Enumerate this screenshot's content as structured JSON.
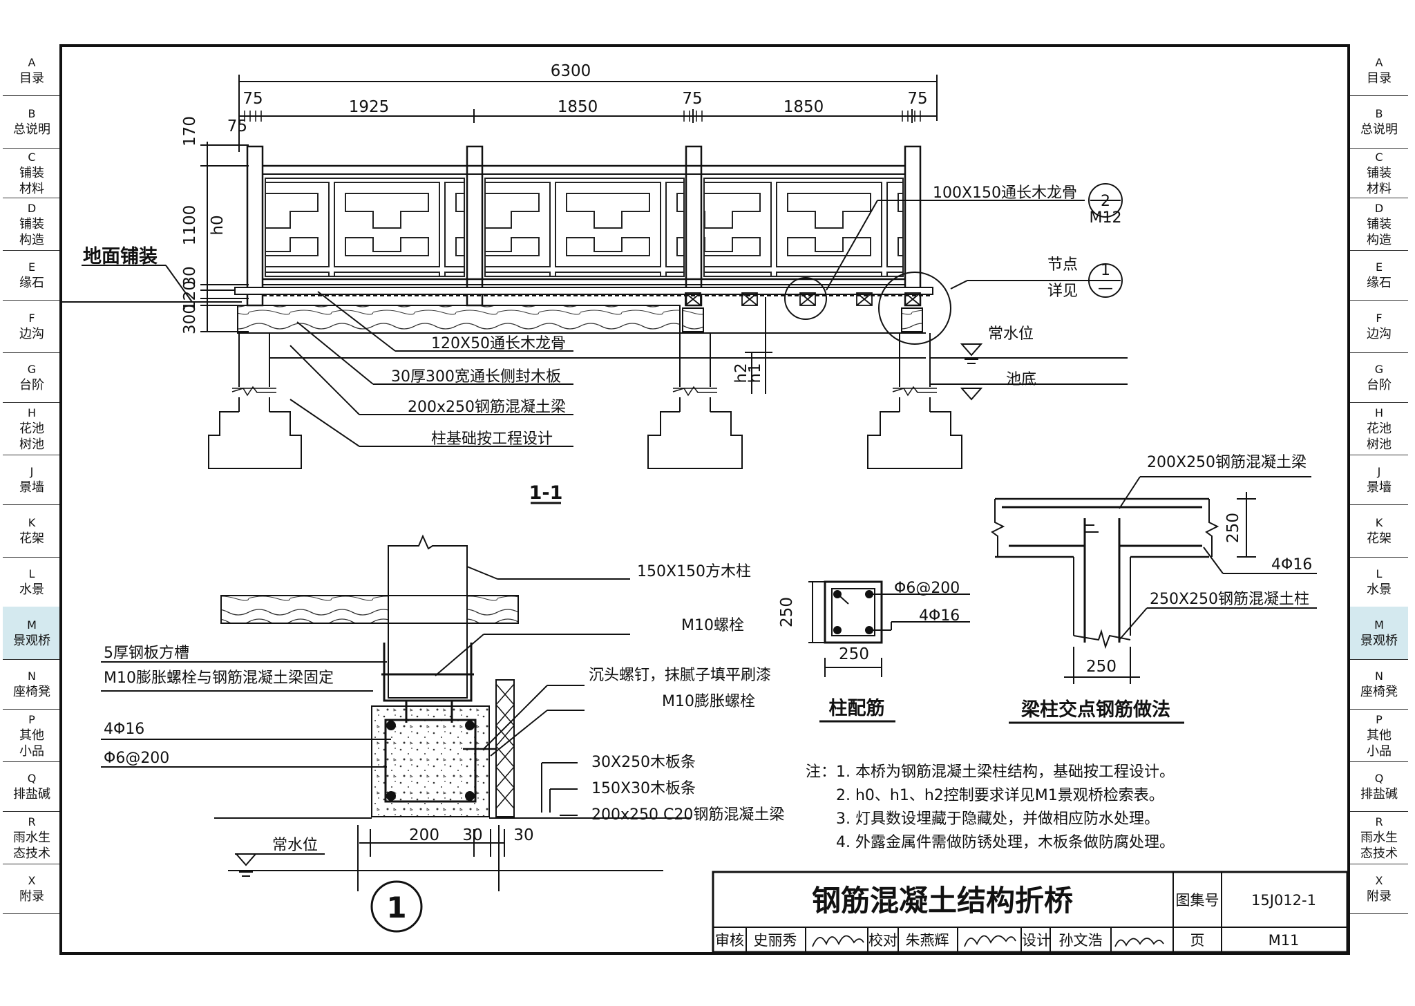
{
  "nav_tabs": [
    {
      "code": "A",
      "lines": [
        "目录"
      ]
    },
    {
      "code": "B",
      "lines": [
        "总说明"
      ]
    },
    {
      "code": "C",
      "lines": [
        "铺装",
        "材料"
      ]
    },
    {
      "code": "D",
      "lines": [
        "铺装",
        "构造"
      ]
    },
    {
      "code": "E",
      "lines": [
        "缘石"
      ]
    },
    {
      "code": "F",
      "lines": [
        "边沟"
      ]
    },
    {
      "code": "G",
      "lines": [
        "台阶"
      ]
    },
    {
      "code": "H",
      "lines": [
        "花池",
        "树池"
      ]
    },
    {
      "code": "J",
      "lines": [
        "景墙"
      ]
    },
    {
      "code": "K",
      "lines": [
        "花架"
      ]
    },
    {
      "code": "L",
      "lines": [
        "水景"
      ]
    },
    {
      "code": "M",
      "lines": [
        "景观桥"
      ],
      "active": true
    },
    {
      "code": "N",
      "lines": [
        "座椅凳"
      ]
    },
    {
      "code": "P",
      "lines": [
        "其他",
        "小品"
      ]
    },
    {
      "code": "Q",
      "lines": [
        "排盐碱"
      ]
    },
    {
      "code": "R",
      "lines": [
        "雨水生",
        "态技术"
      ]
    },
    {
      "code": "X",
      "lines": [
        "附录"
      ]
    }
  ],
  "section_1_1": {
    "dims_top": {
      "total": "6300",
      "d1": "1925",
      "d2": "1850",
      "d3": "1850",
      "p75": "75",
      "p75b": "75",
      "p75c": "75",
      "small": "75"
    },
    "dims_left": {
      "d170": "170",
      "d1100": "1100",
      "h0": "h0",
      "d30": "30",
      "d120": "120",
      "d300": "300"
    },
    "h2": "h2",
    "h1": "h1",
    "ground": "地面铺装",
    "keel_top": "100X150通长木龙骨",
    "ref2_num": "2",
    "ref2_sheet": "M12",
    "node_label_1": "节点",
    "node_label_2": "详见",
    "ref1_num": "1",
    "ref1_sheet": "—",
    "water_level": "常水位",
    "pool_bottom": "池底",
    "keel_120": "120X50通长木龙骨",
    "side_board": "30厚300宽通长侧封木板",
    "beam": "200x250钢筋混凝土梁",
    "foundation": "柱基础按工程设计",
    "title": "1-1"
  },
  "detail_1": {
    "post": "150X150方木柱",
    "bolt": "M10螺栓",
    "steel_slot": "5厚钢板方槽",
    "expansion_fix": "M10膨胀螺栓与钢筋混凝土梁固定",
    "countersunk": "沉头螺钉，抹腻子填平刷漆",
    "expansion": "M10膨胀螺栓",
    "rebar_main": "4Φ16",
    "stirrup": "Φ6@200",
    "board_30x250": "30X250木板条",
    "board_150x30": "150X30木板条",
    "beam_c20": "200x250 C20钢筋混凝土梁",
    "water_level": "常水位",
    "dim_200": "200",
    "dim_30a": "30",
    "dim_30b": "30",
    "callout": "1"
  },
  "column_rebar": {
    "stirrup": "Φ6@200",
    "main": "4Φ16",
    "dim_h": "250",
    "dim_w": "250",
    "title": "柱配筋"
  },
  "beam_column": {
    "beam": "200X250钢筋混凝土梁",
    "dim_250": "250",
    "main": "4Φ16",
    "column": "250X250钢筋混凝土柱",
    "dim_w": "250",
    "title": "梁柱交点钢筋做法"
  },
  "notes": [
    "注：1. 本桥为钢筋混凝土梁柱结构，基础按工程设计。",
    "2. h0、h1、h2控制要求详见M1景观桥检索表。",
    "3. 灯具数设埋藏于隐藏处，并做相应防水处理。",
    "4. 外露金属件需做防锈处理，木板条做防腐处理。"
  ],
  "title_block": {
    "title": "钢筋混凝土结构折桥",
    "atlas_label": "图集号",
    "atlas_no": "15J012-1",
    "review_label": "审核",
    "reviewer": "史丽秀",
    "check_label": "校对",
    "checker": "朱燕辉",
    "design_label": "设计",
    "designer": "孙文浩",
    "page_label": "页",
    "page_no": "M11"
  }
}
